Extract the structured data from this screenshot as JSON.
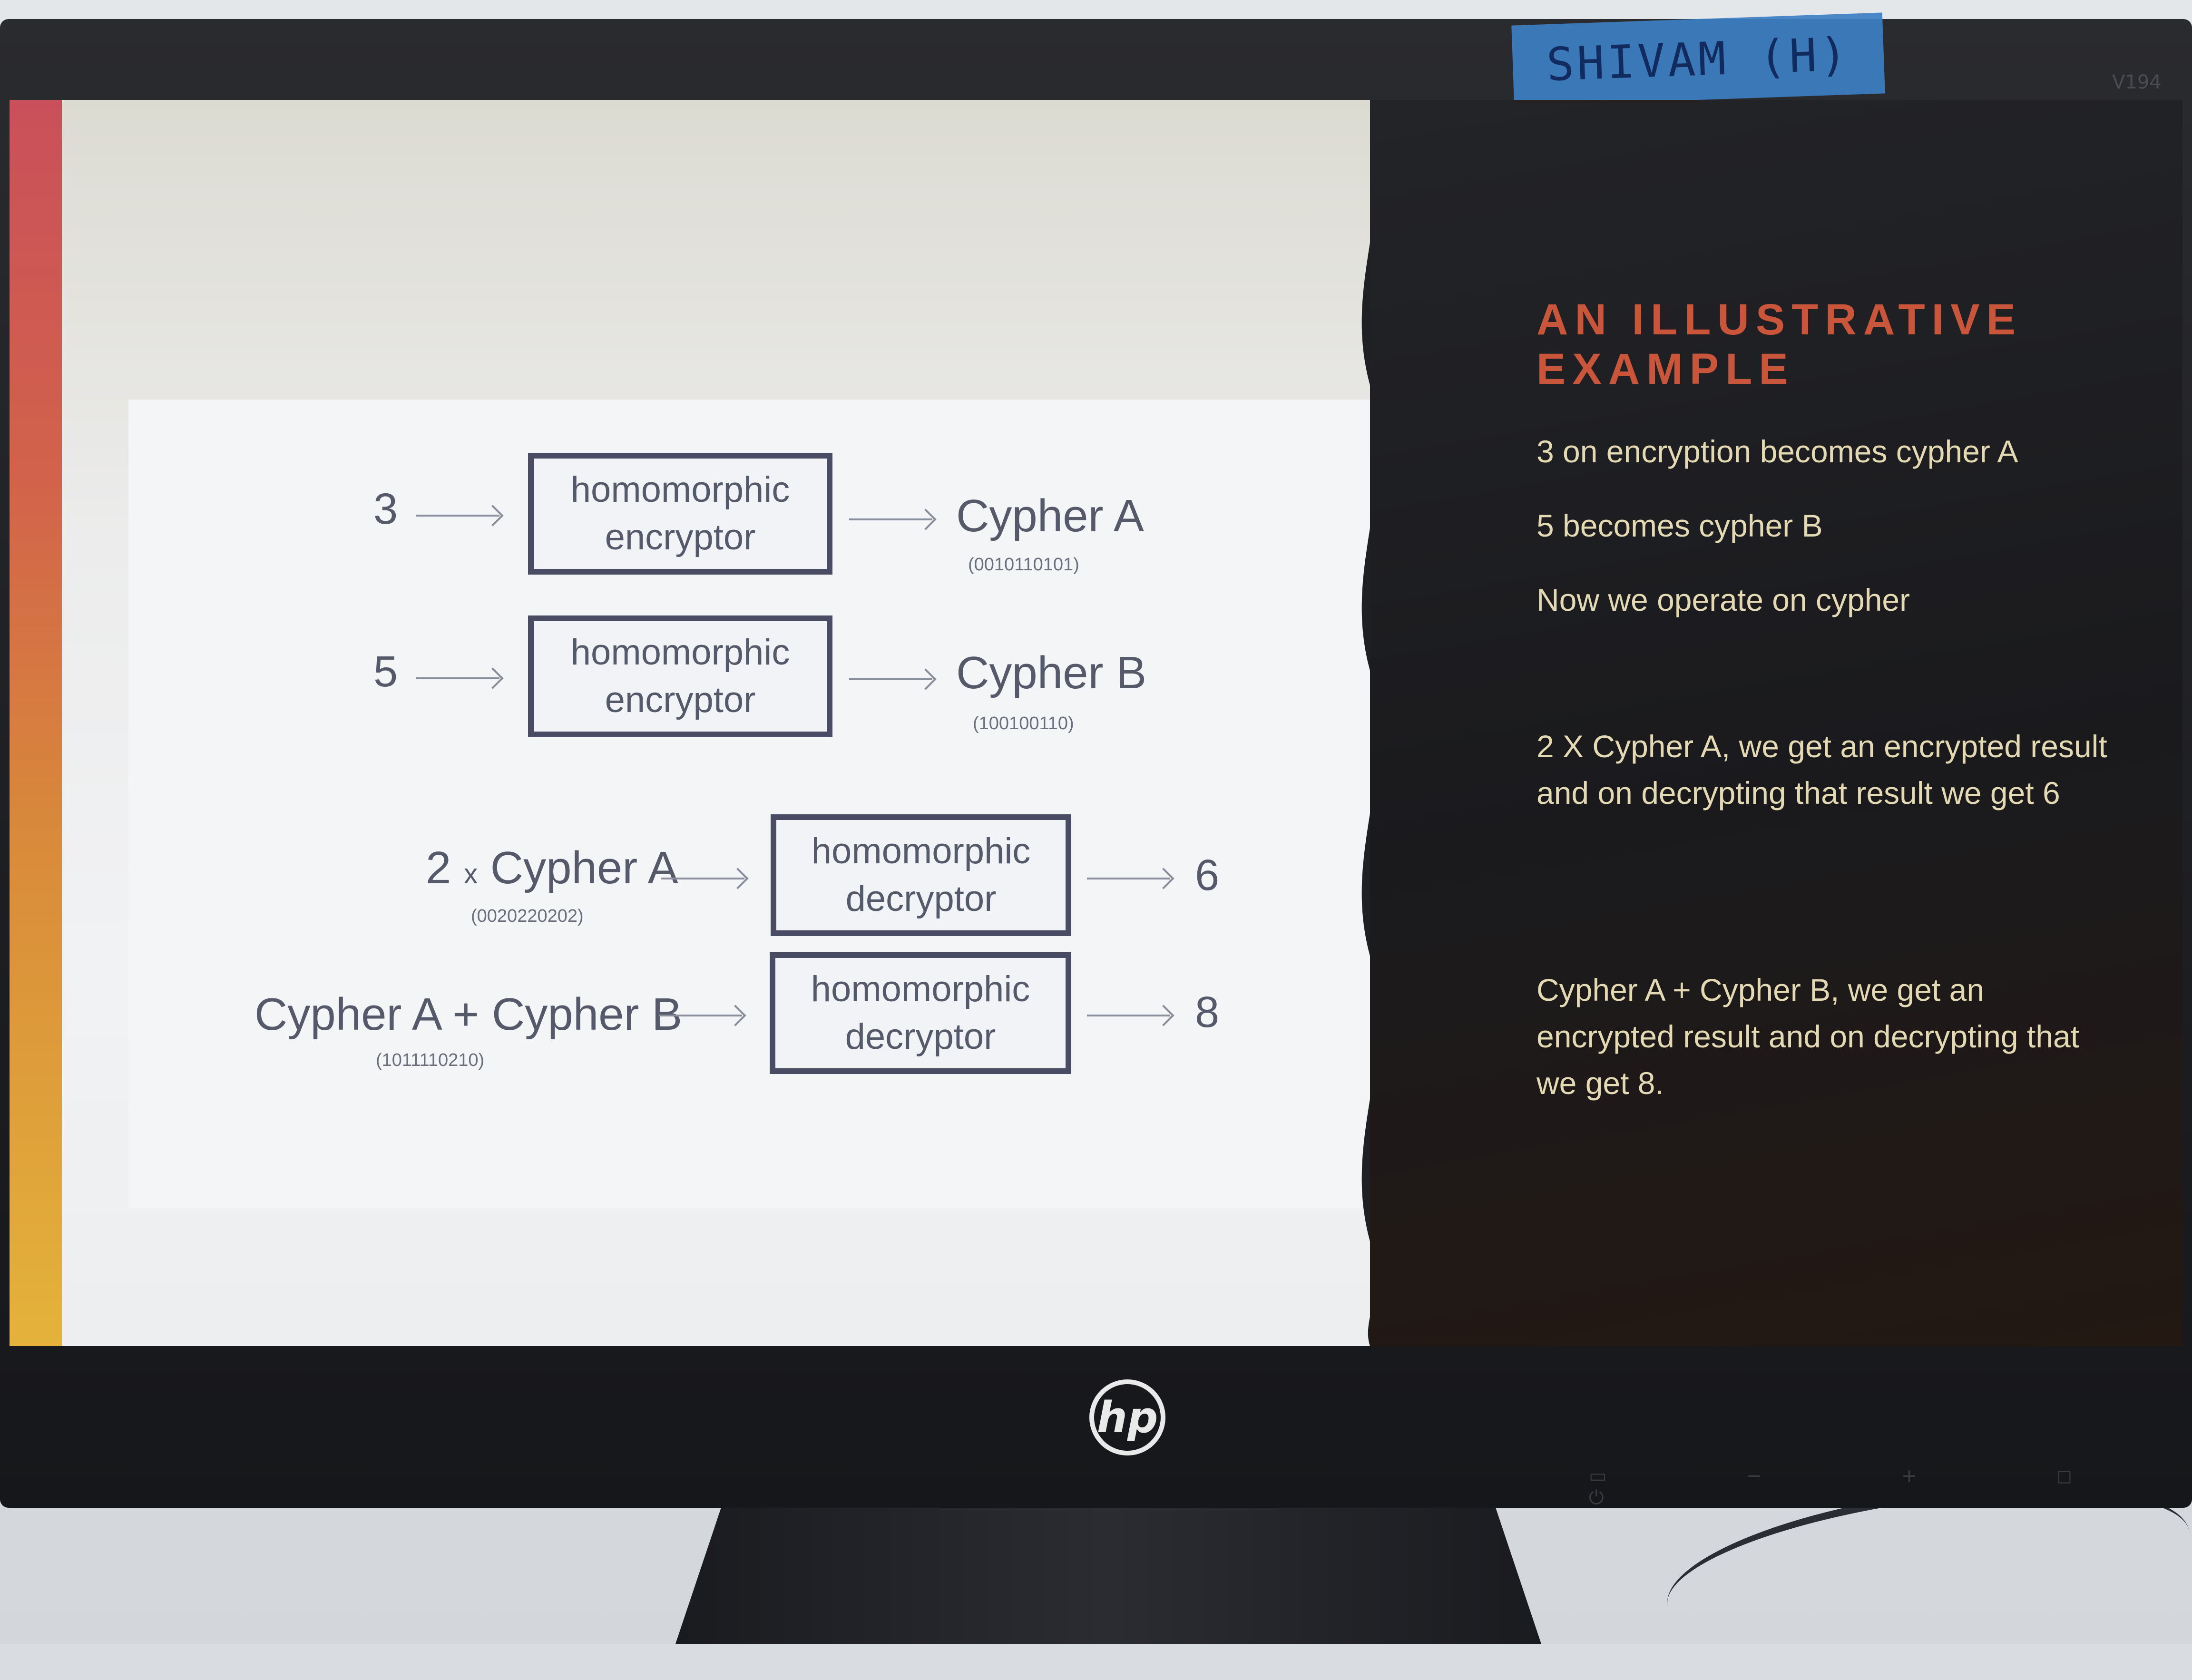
{
  "tape": {
    "text": "SHIVAM (H)"
  },
  "monitor": {
    "brand": "hp",
    "model": "V194"
  },
  "slide": {
    "title": "AN ILLUSTRATIVE EXAMPLE",
    "bullets": [
      "3 on encryption becomes cypher A",
      "5 becomes cypher B",
      "Now we operate on cypher",
      "2 X Cypher A, we get an encrypted result and on decrypting that result we get 6",
      "Cypher A + Cypher B, we get an encrypted result and on decrypting that we get 8."
    ]
  },
  "diagram": {
    "row1": {
      "input": "3",
      "box_line1": "homomorphic",
      "box_line2": "encryptor",
      "output": "Cypher A",
      "code": "(0010110101)"
    },
    "row2": {
      "input": "5",
      "box_line1": "homomorphic",
      "box_line2": "encryptor",
      "output": "Cypher B",
      "code": "(100100110)"
    },
    "row3": {
      "input_prefix": "2",
      "input_x": "x",
      "input": "Cypher A",
      "code": "(0020220202)",
      "box_line1": "homomorphic",
      "box_line2": "decryptor",
      "output": "6"
    },
    "row4": {
      "input": "Cypher A + Cypher B",
      "code": "(1011110210)",
      "box_line1": "homomorphic",
      "box_line2": "decryptor",
      "output": "8"
    }
  }
}
